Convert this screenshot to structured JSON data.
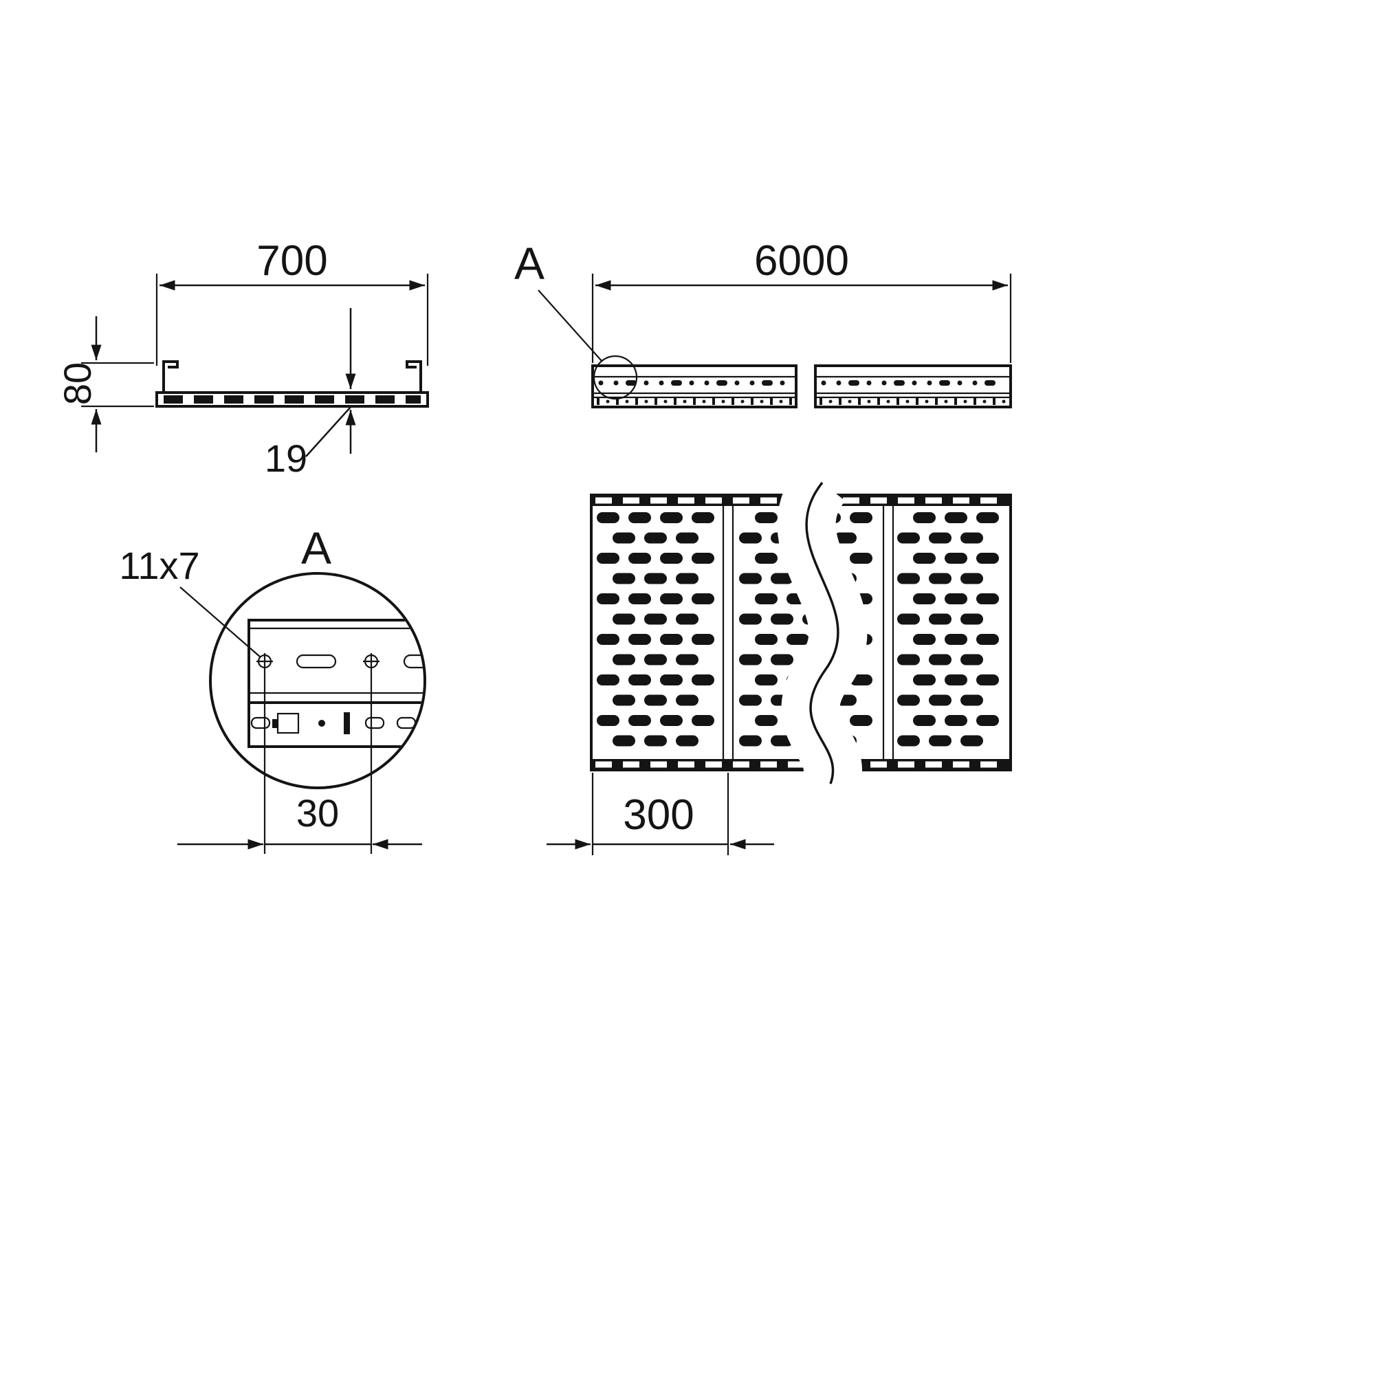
{
  "drawing": {
    "type": "cable-tray-technical-drawing",
    "colors": {
      "background": "#ffffff",
      "line": "#141414"
    },
    "views": {
      "cross_section": {
        "width_label": "700",
        "height_label": "80",
        "flange_label": "19"
      },
      "side_view": {
        "length_label": "6000",
        "detail_callout": "A"
      },
      "detail_a": {
        "title": "A",
        "hole_size_label": "11x7",
        "hole_pitch_label": "30"
      },
      "top_view": {
        "panel_width_label": "300"
      }
    }
  }
}
